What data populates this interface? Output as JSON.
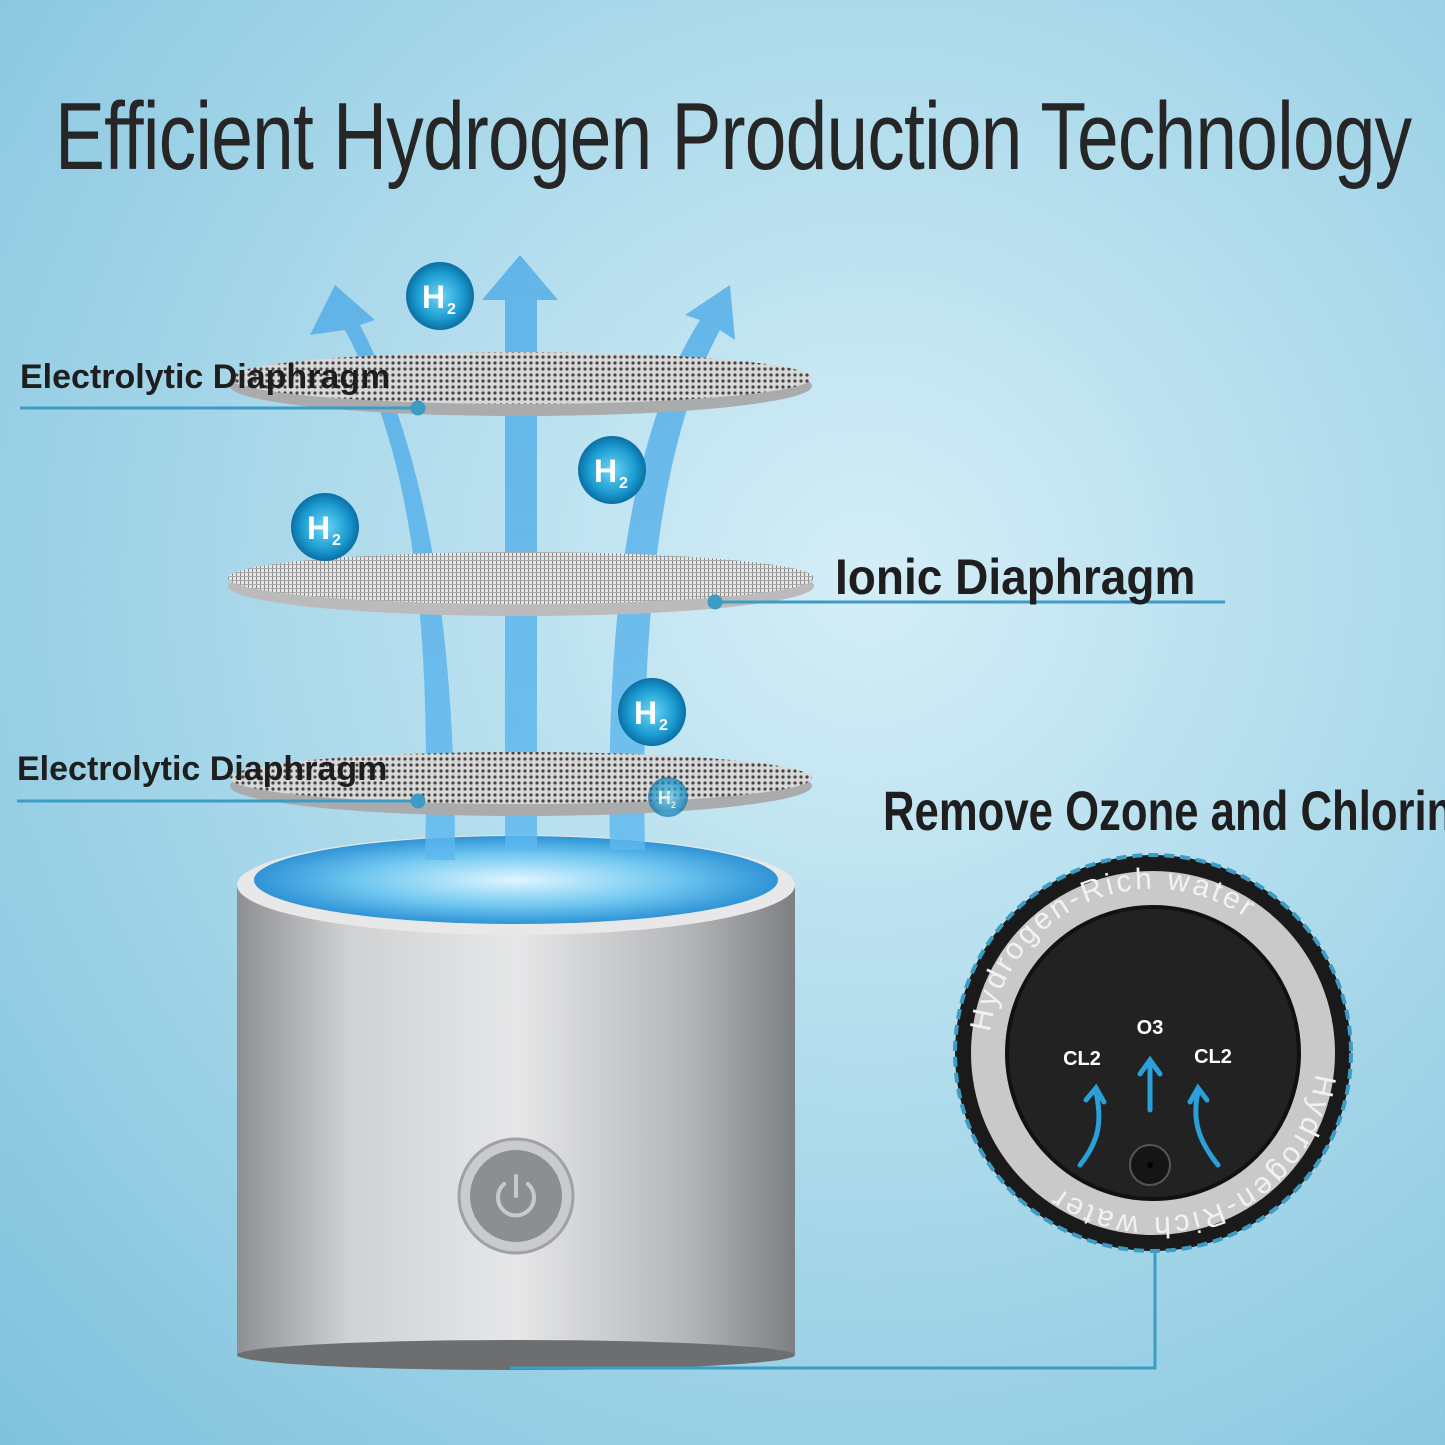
{
  "title": "Efficient Hydrogen Production Technology",
  "labels": {
    "top_diaphragm": "Electrolytic Diaphragm",
    "middle_diaphragm": "Ionic Diaphragm",
    "bottom_diaphragm": "Electrolytic Diaphragm",
    "remove": "Remove Ozone and Chlorine"
  },
  "molecule": {
    "symbol": "H",
    "subscript": "2"
  },
  "disc": {
    "ring_text": "Hydrogen-Rich water",
    "gases": {
      "center": "O3",
      "left": "CL2",
      "right": "CL2"
    }
  },
  "colors": {
    "accent": "#2a9fd8",
    "text": "#262626",
    "line": "#3d9cc4"
  },
  "icons": {
    "power": "power-icon"
  }
}
